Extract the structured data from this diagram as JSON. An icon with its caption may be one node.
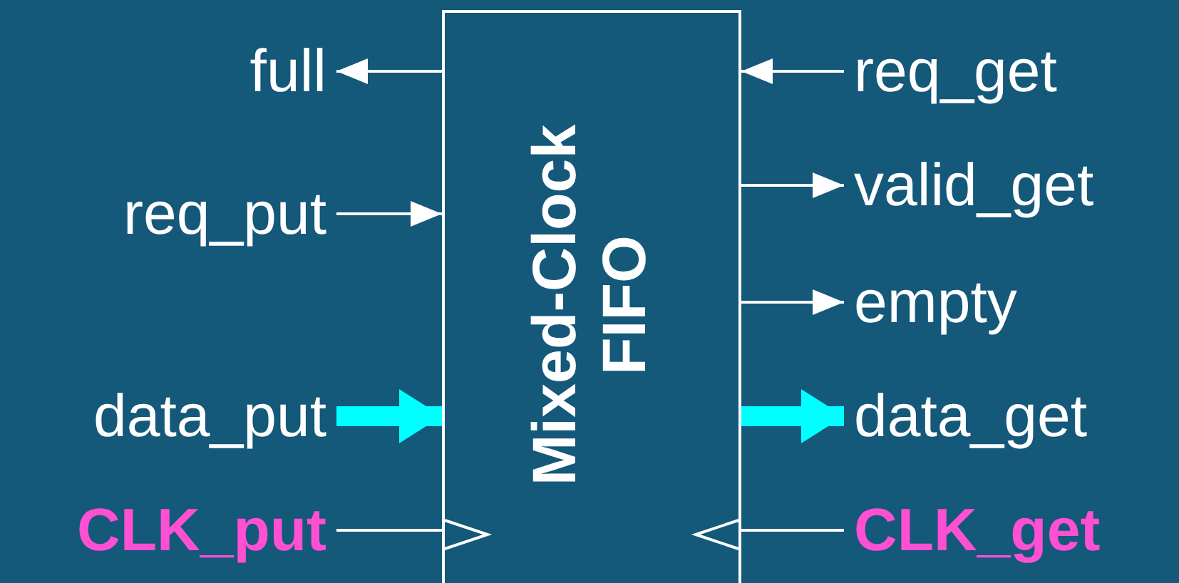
{
  "diagram": {
    "nodes": [
      {
        "text": [
          "Mixed-Clock FIFO"
        ]
      },
      {
        "text": [
          "full"
        ]
      },
      {
        "text": [
          "req_put"
        ]
      },
      {
        "text": [
          "data_put"
        ]
      },
      {
        "text": [
          "CLK_put"
        ]
      },
      {
        "text": [
          "req_get"
        ]
      },
      {
        "text": [
          "valid_get"
        ]
      },
      {
        "text": [
          "empty"
        ]
      },
      {
        "text": [
          "data_get"
        ]
      },
      {
        "text": [
          "CLK_get"
        ]
      }
    ],
    "edges": [
      {
        "from": 0,
        "to": 1,
        "arrow": "to"
      },
      {
        "from": 2,
        "to": 0,
        "arrow": "to"
      },
      {
        "from": 3,
        "to": 0,
        "arrow": "to",
        "style": "thick",
        "color": "#00ffff"
      },
      {
        "from": 4,
        "to": 0,
        "arrow": "none"
      },
      {
        "from": 5,
        "to": 0,
        "arrow": "to"
      },
      {
        "from": 0,
        "to": 6,
        "arrow": "to"
      },
      {
        "from": 0,
        "to": 7,
        "arrow": "to"
      },
      {
        "from": 0,
        "to": 8,
        "arrow": "to",
        "style": "thick",
        "color": "#00ffff"
      },
      {
        "from": 9,
        "to": 0,
        "arrow": "none"
      }
    ]
  }
}
